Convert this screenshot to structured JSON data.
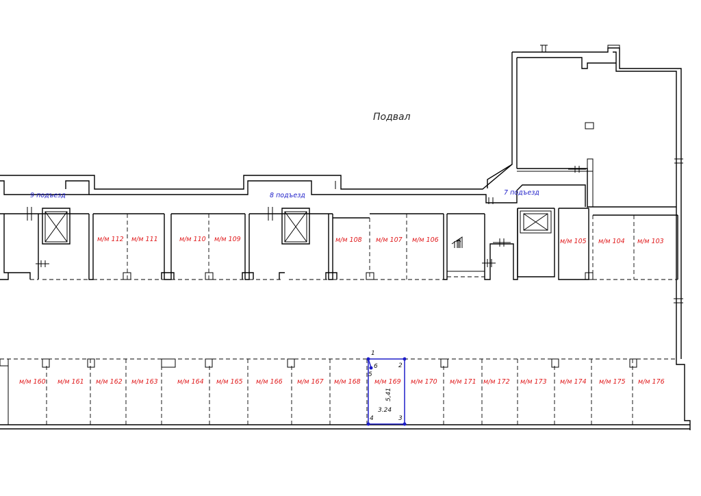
{
  "title": "Подвал",
  "entrances": [
    "9 подъезд",
    "8 подъезд",
    "7 подъезд"
  ],
  "top_spaces": [
    "м/м 112",
    "м/м 111",
    "м/м 110",
    "м/м 109",
    "м/м 108",
    "м/м 107",
    "м/м 106",
    "м/м 105",
    "м/м 104",
    "м/м 103"
  ],
  "bottom_spaces": [
    "м/м 160",
    "м/м 161",
    "м/м 162",
    "м/м 163",
    "м/м 164",
    "м/м 165",
    "м/м 166",
    "м/м 167",
    "м/м 168",
    "м/м 169",
    "м/м 170",
    "м/м 171",
    "м/м 172",
    "м/м 173",
    "м/м 174",
    "м/м 175",
    "м/м 176"
  ],
  "selected": {
    "space": "м/м 169",
    "length": "5,41",
    "width": "3.24",
    "points": [
      "1",
      "2",
      "3",
      "4",
      "5",
      "6"
    ]
  },
  "colors": {
    "label": "#e0191b",
    "entrance": "#1d1dc8",
    "selection": "#1d1dc8"
  }
}
